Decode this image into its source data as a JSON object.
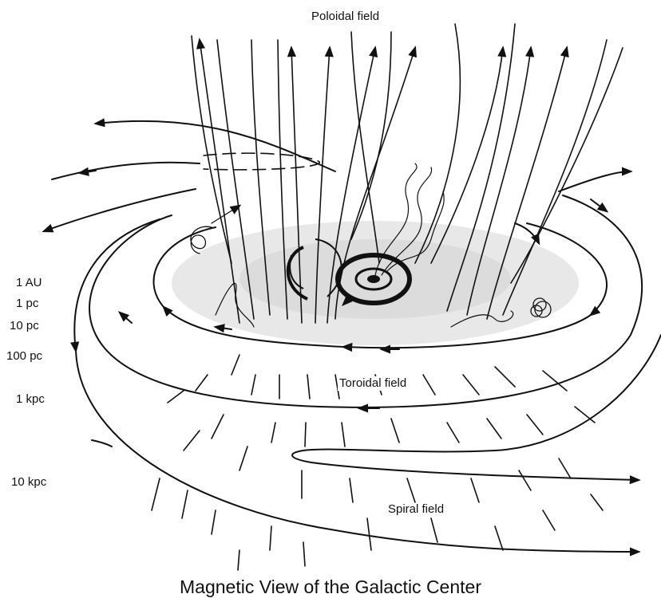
{
  "labels": {
    "poloidal": "Poloidal field",
    "toroidal": "Toroidal field",
    "spiral": "Spiral field"
  },
  "scale_labels": [
    "1 AU",
    "1 pc",
    "10 pc",
    "100 pc",
    "1 kpc",
    "10 kpc"
  ],
  "caption": "Magnetic View of the Galactic Center",
  "colors": {
    "ink": "#111111",
    "disk_shading": "#d9d9d9",
    "background": "#ffffff"
  }
}
